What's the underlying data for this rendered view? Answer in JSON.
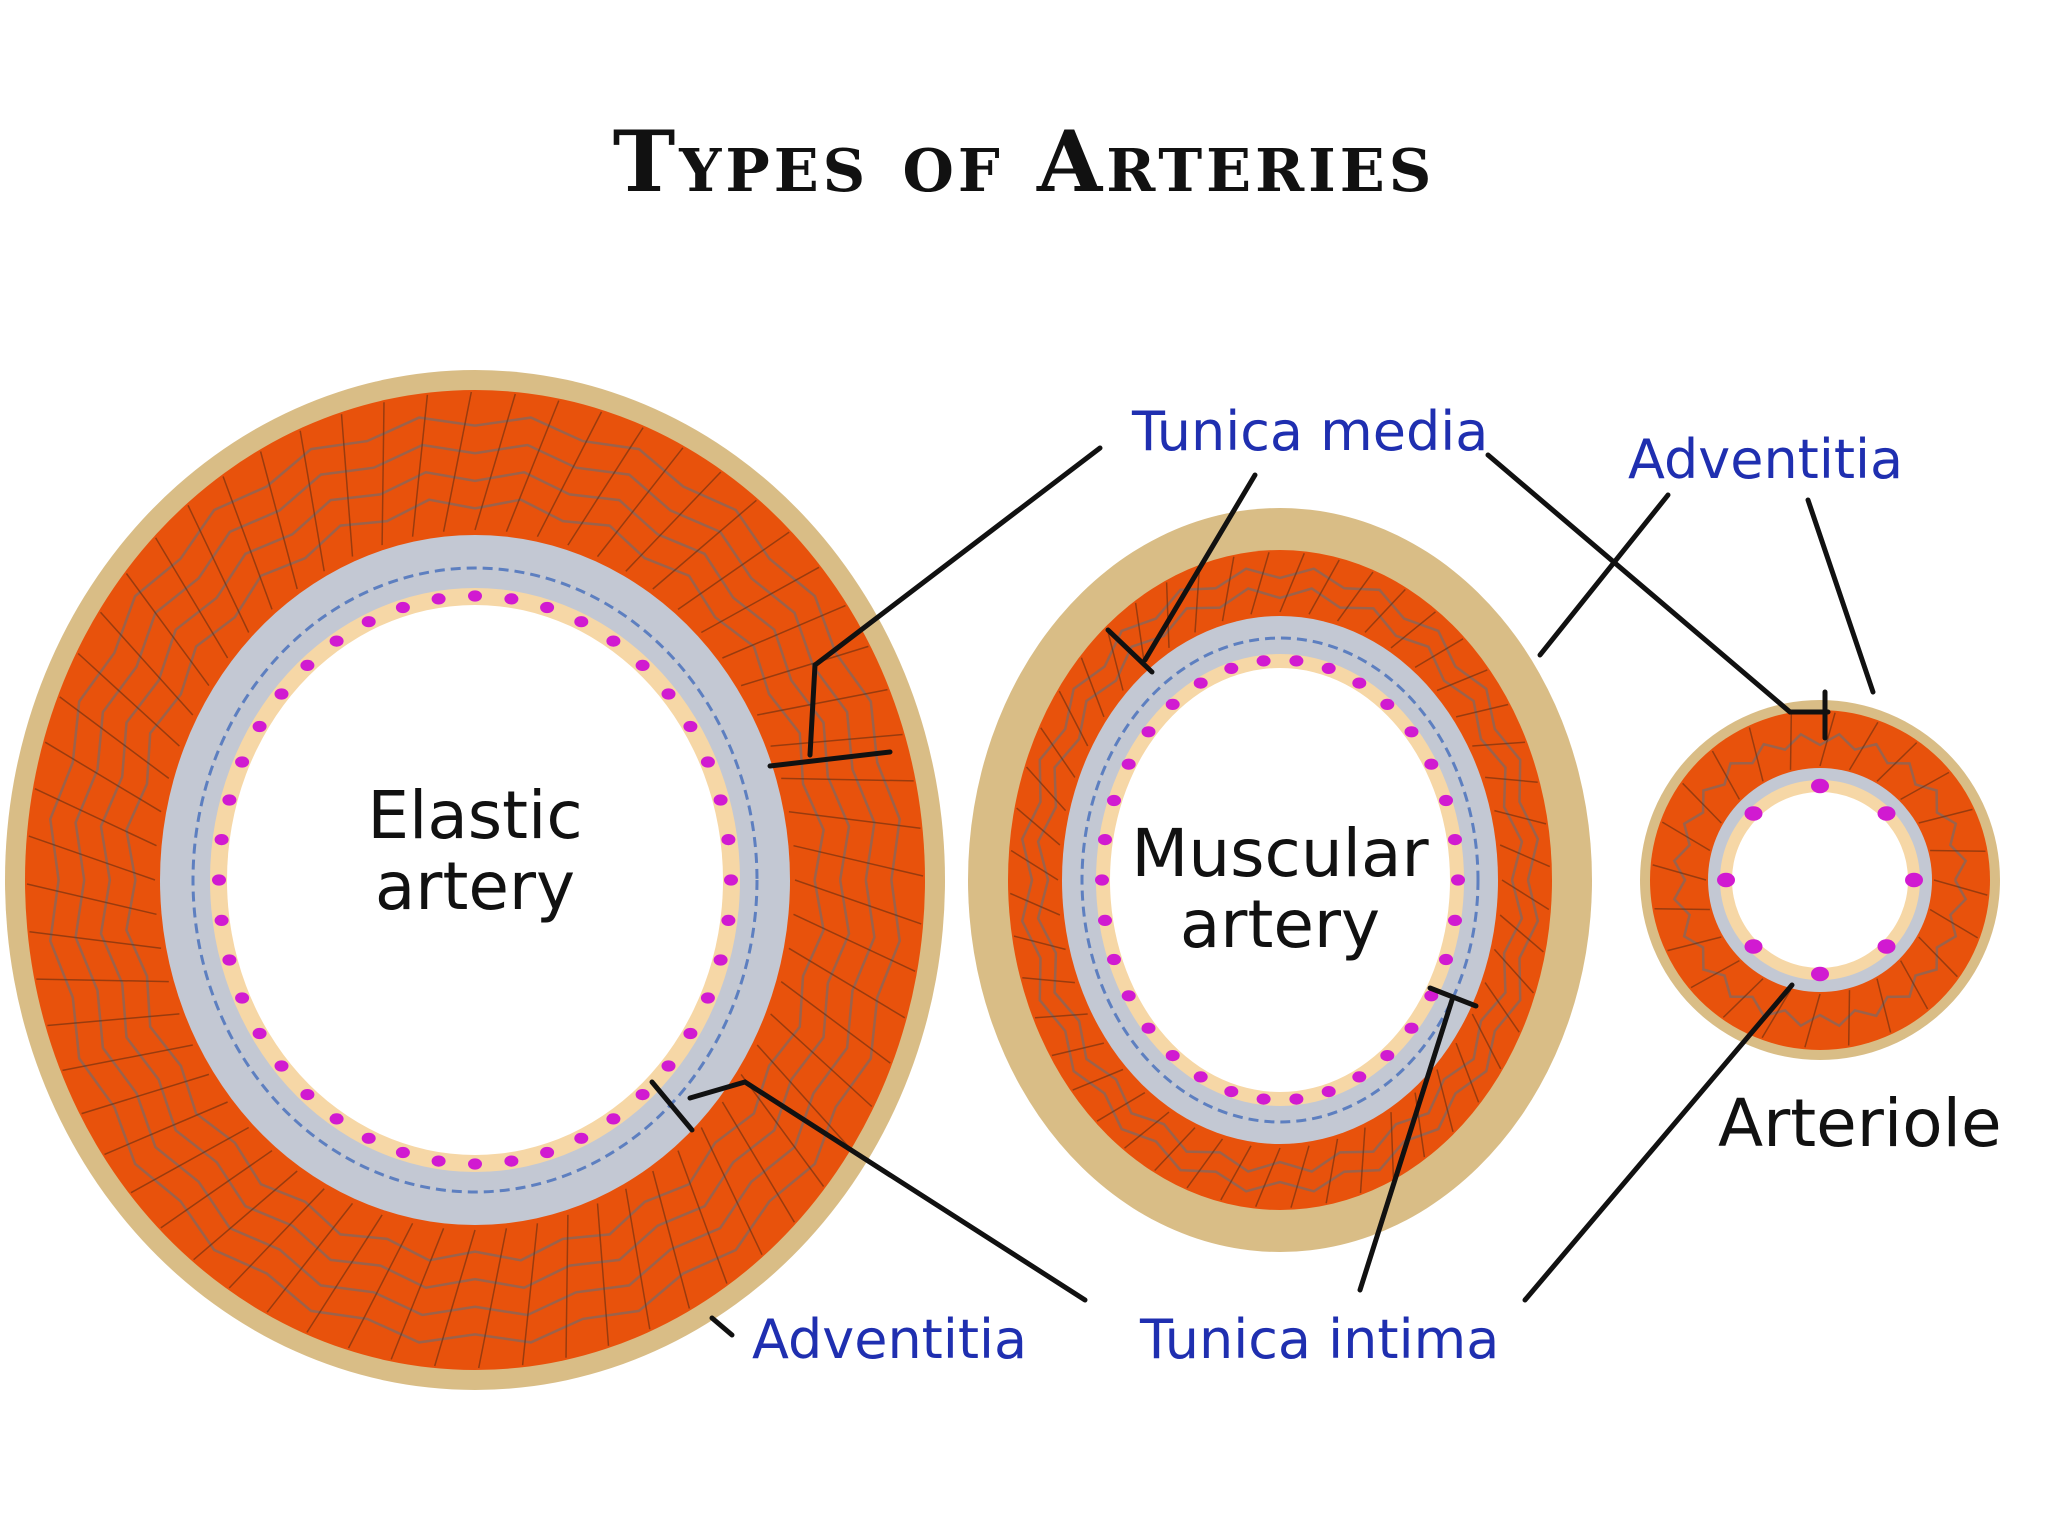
{
  "title": "Types of Arteries",
  "labels": {
    "tunica_media": "Tunica media",
    "adventitia_top": "Adventitia",
    "adventitia_bottom": "Adventitia",
    "tunica_intima": "Tunica intima"
  },
  "arteries": {
    "elastic": {
      "line1": "Elastic",
      "line2": "artery"
    },
    "muscular": {
      "line1": "Muscular",
      "line2": "artery"
    },
    "arteriole": {
      "name": "Arteriole"
    }
  },
  "colors": {
    "adventitia": "#d9bd86",
    "media": "#e8520c",
    "intima": "#c3c8d3",
    "endothelium": "#f6d7a6",
    "nuclei": "#d11ad1",
    "label_blue": "#1f2fb0",
    "lines": "#111111"
  }
}
